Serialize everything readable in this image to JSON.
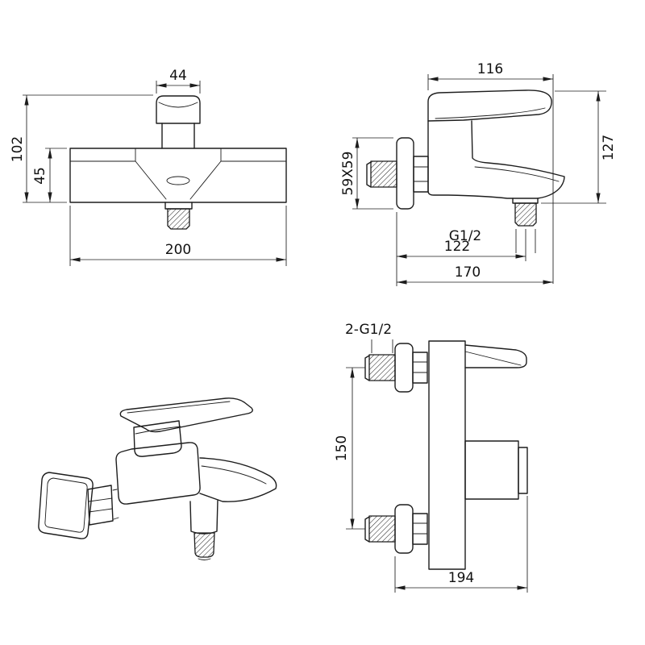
{
  "colors": {
    "line": "#1d1d1d",
    "background": "#ffffff"
  },
  "views": {
    "front": {
      "dims": {
        "handle_width": "44",
        "overall_height": "102",
        "body_height": "45",
        "overall_width": "200"
      }
    },
    "side": {
      "dims": {
        "top_depth": "116",
        "overall_height": "127",
        "flange_size": "59X59",
        "thread_label": "G1/2",
        "outlet_offset": "122",
        "overall_depth": "170"
      }
    },
    "rear": {
      "dims": {
        "thread_label": "2-G1/2",
        "inlet_spacing": "150",
        "overall_width": "194"
      }
    }
  }
}
